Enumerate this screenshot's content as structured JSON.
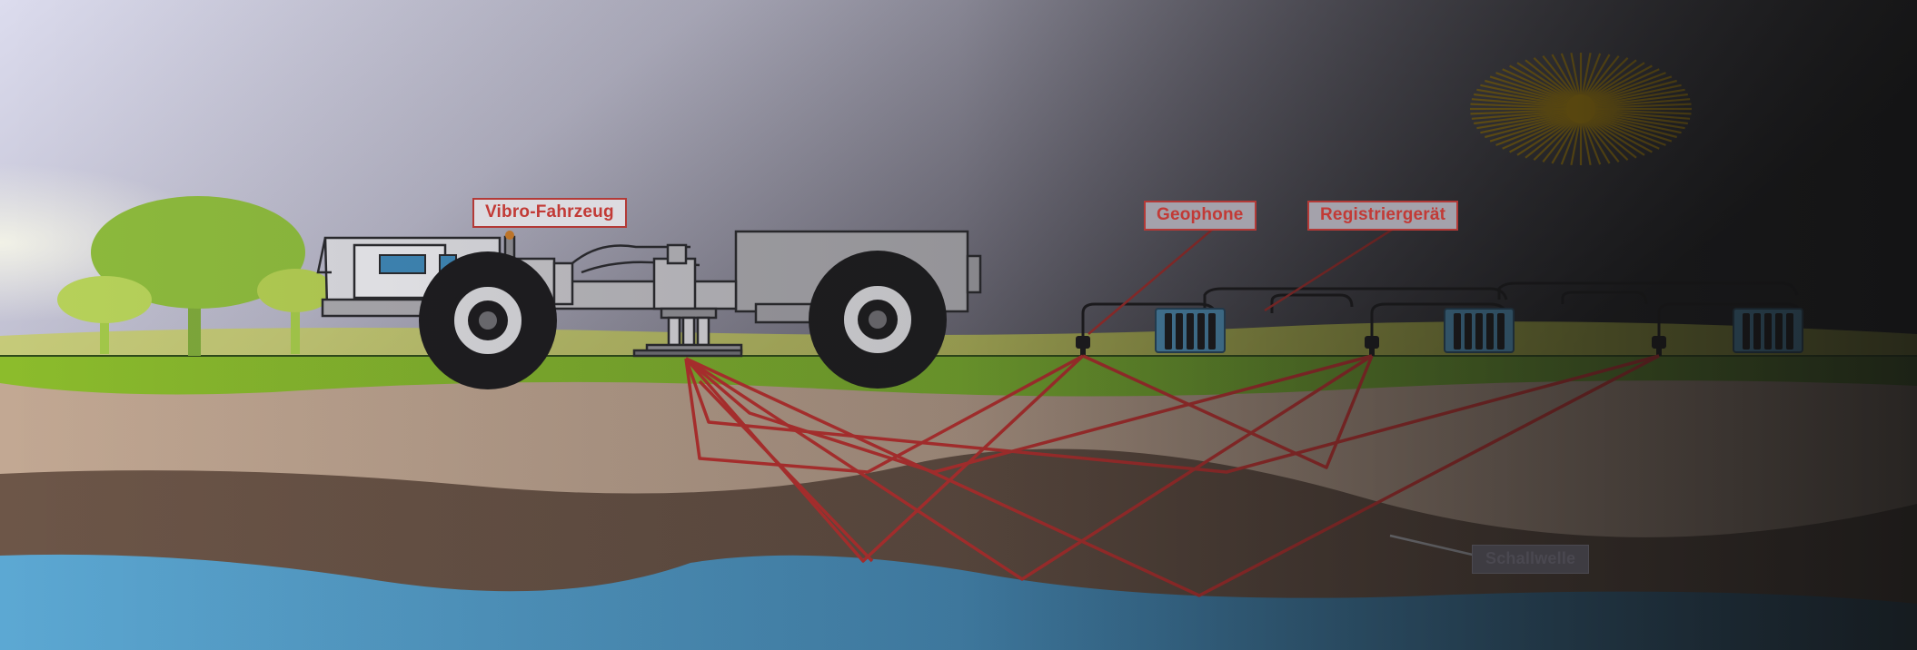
{
  "labels": {
    "vibro_truck": "Vibro-Fahrzeug",
    "geophone": "Geophone",
    "recorder": "Registriergerät",
    "sound_wave": "Schallwelle"
  },
  "colors": {
    "sky_light": "#d9d9e9",
    "sky_dark": "#1f1f23",
    "sun": "#b98f0c",
    "grass": "#7db02e",
    "soil_light": "#bfa58f",
    "soil_dark": "#6a5446",
    "water": "#5aa4d0",
    "wave_lines": "#b3302f",
    "recorder": "#4f8fb6"
  },
  "icons": {
    "truck": "vibro-truck-icon",
    "geophone": "geophone-icon",
    "recorder": "recorder-icon",
    "sun": "sun-icon",
    "tree": "tree-icon"
  }
}
